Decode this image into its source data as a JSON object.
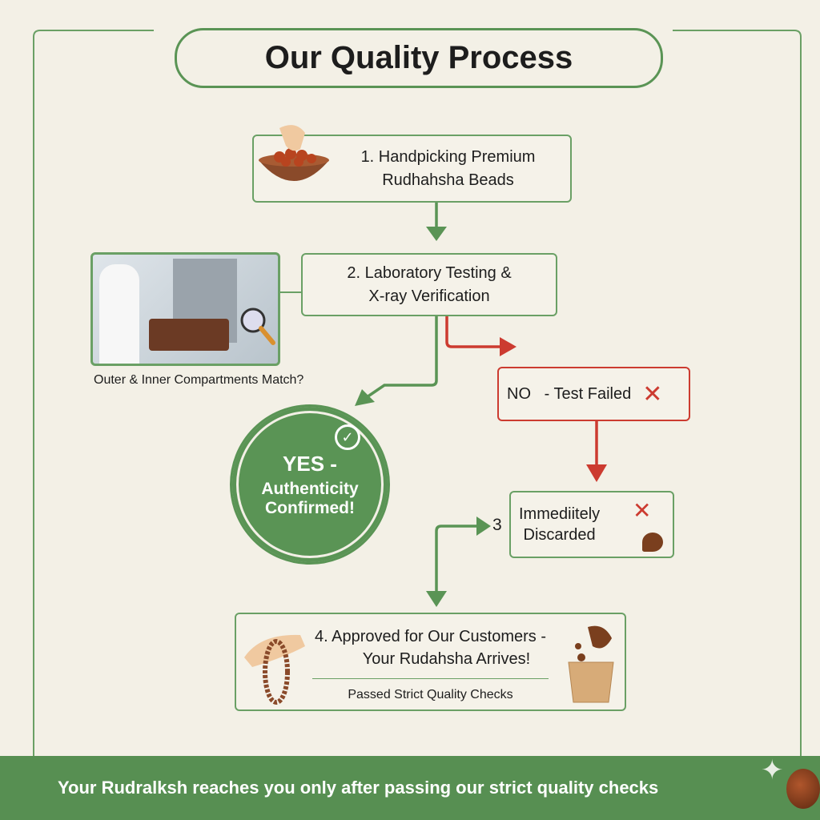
{
  "title": "Our Quality Process",
  "steps": {
    "s1": [
      "1. Handpicking Premium",
      "Rudhahsha Beads"
    ],
    "s2": [
      "2. Laboratory Testing &",
      "X-ray Verification"
    ],
    "caption": "Outer & Inner Compartments Match?",
    "no": "NO   - Test Failed",
    "yes": [
      "YES -",
      "Authenticity",
      "Confirmed!"
    ],
    "s3_num": "3",
    "s3": [
      "Immediitely",
      "Discarded"
    ],
    "s4": [
      "4. Approved for Our Customers -",
      "Your Rudahsha Arrives!"
    ],
    "s4_sub": "Passed Strict Quality Checks"
  },
  "banner": "Your Rudralksh reaches you only after passing our strict quality checks",
  "colors": {
    "green": "#5a9455",
    "red": "#cc3b30",
    "background": "#f3f0e6"
  }
}
